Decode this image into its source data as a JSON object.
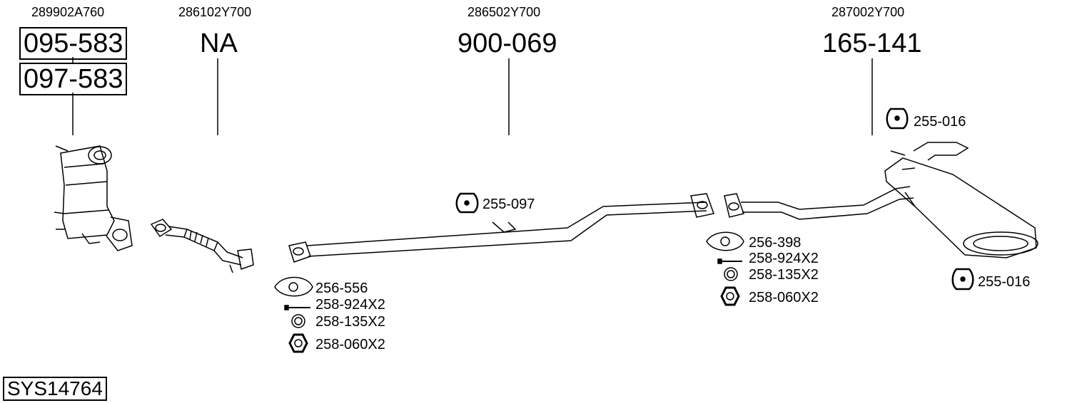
{
  "system_code": "SYS14764",
  "sections": [
    {
      "oem": "289902A760",
      "parts": [
        "095-583",
        "097-583"
      ]
    },
    {
      "oem": "286102Y700",
      "parts": [
        "NA"
      ]
    },
    {
      "oem": "286502Y700",
      "parts": [
        "900-069"
      ]
    },
    {
      "oem": "287002Y700",
      "parts": [
        "165-141"
      ]
    }
  ],
  "accessories": {
    "front_joint": [
      "256-556",
      "258-924X2",
      "258-135X2",
      "258-060X2"
    ],
    "mid_hanger": "255-097",
    "rear_joint": [
      "256-398",
      "258-924X2",
      "258-135X2",
      "258-060X2"
    ],
    "rear_hanger_top": "255-016",
    "rear_hanger_bottom": "255-016"
  }
}
